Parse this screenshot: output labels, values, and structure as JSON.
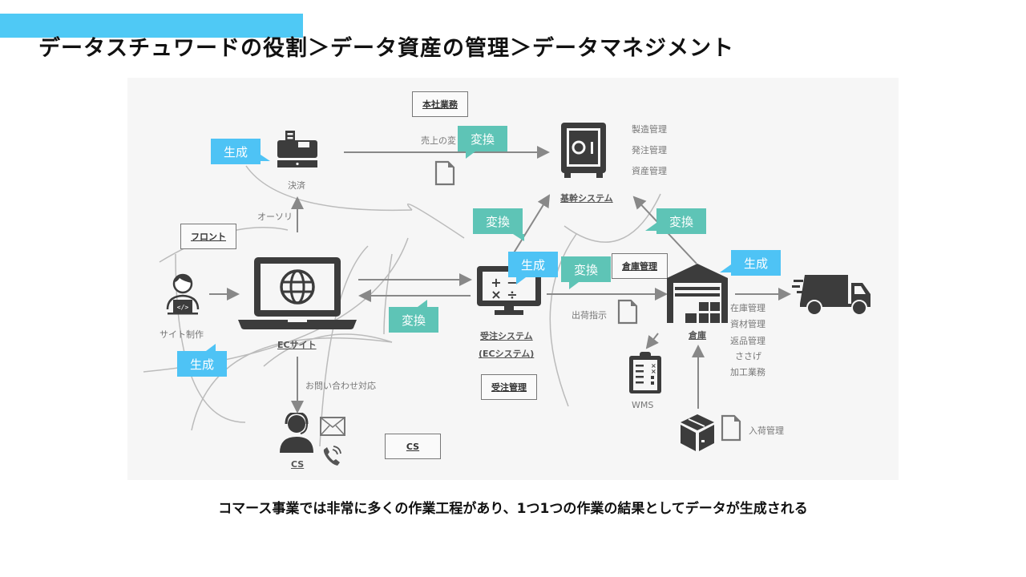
{
  "header": {
    "title": "データスチュワードの役割＞データ資産の管理＞データマネジメント",
    "accent_color": "#4fc9f5"
  },
  "diagram": {
    "colors": {
      "generate": "#4ec3f5",
      "convert": "#5ec4b6",
      "icon": "#3c3c3c",
      "line": "#888888",
      "background": "#f6f6f6"
    },
    "areas": {
      "honsha": "本社業務",
      "front": "フロント",
      "juchu": "受注管理",
      "soko": "倉庫管理",
      "cs": "CS"
    },
    "nodes": {
      "payment": {
        "icon": "cash-register-icon",
        "label": "決済"
      },
      "core_system": {
        "icon": "safe-icon",
        "label": "基幹システム",
        "functions": [
          "製造管理",
          "発注管理",
          "資産管理"
        ]
      },
      "site_production": {
        "icon": "developer-icon",
        "label": "サイト制作"
      },
      "ec_site": {
        "icon": "laptop-globe-icon",
        "label": "ECサイト"
      },
      "order_system": {
        "icon": "calculator-monitor-icon",
        "label_line1": "受注システム",
        "label_line2": "(ECシステム)"
      },
      "warehouse": {
        "icon": "warehouse-icon",
        "label": "倉庫",
        "functions": [
          "在庫管理",
          "資材管理",
          "返品管理",
          "ささげ",
          "加工業務"
        ]
      },
      "wms": {
        "icon": "clipboard-icon",
        "label": "WMS"
      },
      "delivery": {
        "icon": "truck-icon"
      },
      "inbound": {
        "icon": "box-icon",
        "label": "入荷管理"
      },
      "cs_agent": {
        "icon": "headset-agent-icon",
        "label": "CS"
      }
    },
    "edge_labels": {
      "sales": "売上の変",
      "authorize": "オーソリ",
      "inquiry": "お問い合わせ対応",
      "shipping": "出荷指示"
    },
    "callouts": {
      "generate": "生成",
      "convert": "変換"
    }
  },
  "caption": "コマース事業では非常に多くの作業工程があり、1つ1つの作業の結果としてデータが生成される"
}
